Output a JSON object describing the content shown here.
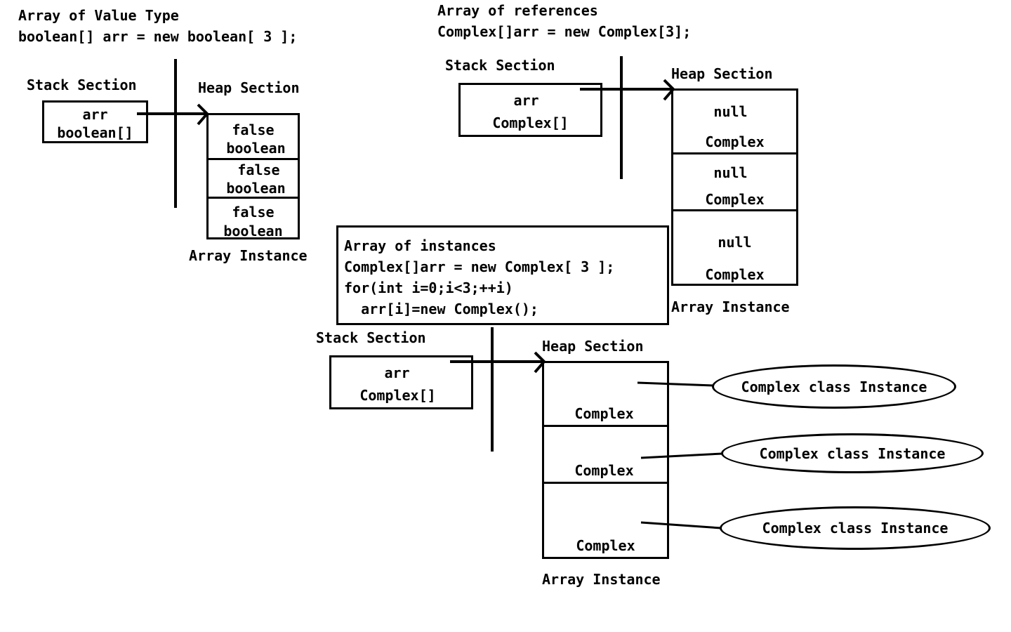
{
  "value_type": {
    "title": "Array of Value Type",
    "code": "boolean[] arr = new boolean[ 3 ];",
    "stack_label": "Stack Section",
    "heap_label": "Heap Section",
    "var_name": "arr",
    "var_type": "boolean[]",
    "cells": [
      {
        "value": "false",
        "type": "boolean"
      },
      {
        "value": "false",
        "type": "boolean"
      },
      {
        "value": "false",
        "type": "boolean"
      }
    ],
    "array_label": "Array Instance"
  },
  "references": {
    "title": "Array of references",
    "code": "Complex[]arr = new Complex[3];",
    "stack_label": "Stack Section",
    "heap_label": "Heap Section",
    "var_name": "arr",
    "var_type": "Complex[]",
    "cells": [
      {
        "value": "null",
        "type": "Complex"
      },
      {
        "value": "null",
        "type": "Complex"
      },
      {
        "value": "null",
        "type": "Complex"
      }
    ],
    "array_label": "Array Instance"
  },
  "instances": {
    "code_lines": [
      "Array of instances",
      "Complex[]arr = new Complex[ 3 ];",
      "for(int i=0;i<3;++i)",
      "  arr[i]=new Complex();"
    ],
    "stack_label": "Stack Section",
    "heap_label": "Heap Section",
    "var_name": "arr",
    "var_type": "Complex[]",
    "cells": [
      {
        "type": "Complex"
      },
      {
        "type": "Complex"
      },
      {
        "type": "Complex"
      }
    ],
    "instance_labels": [
      "Complex class Instance",
      "Complex class Instance",
      "Complex class Instance"
    ],
    "array_label": "Array Instance"
  }
}
